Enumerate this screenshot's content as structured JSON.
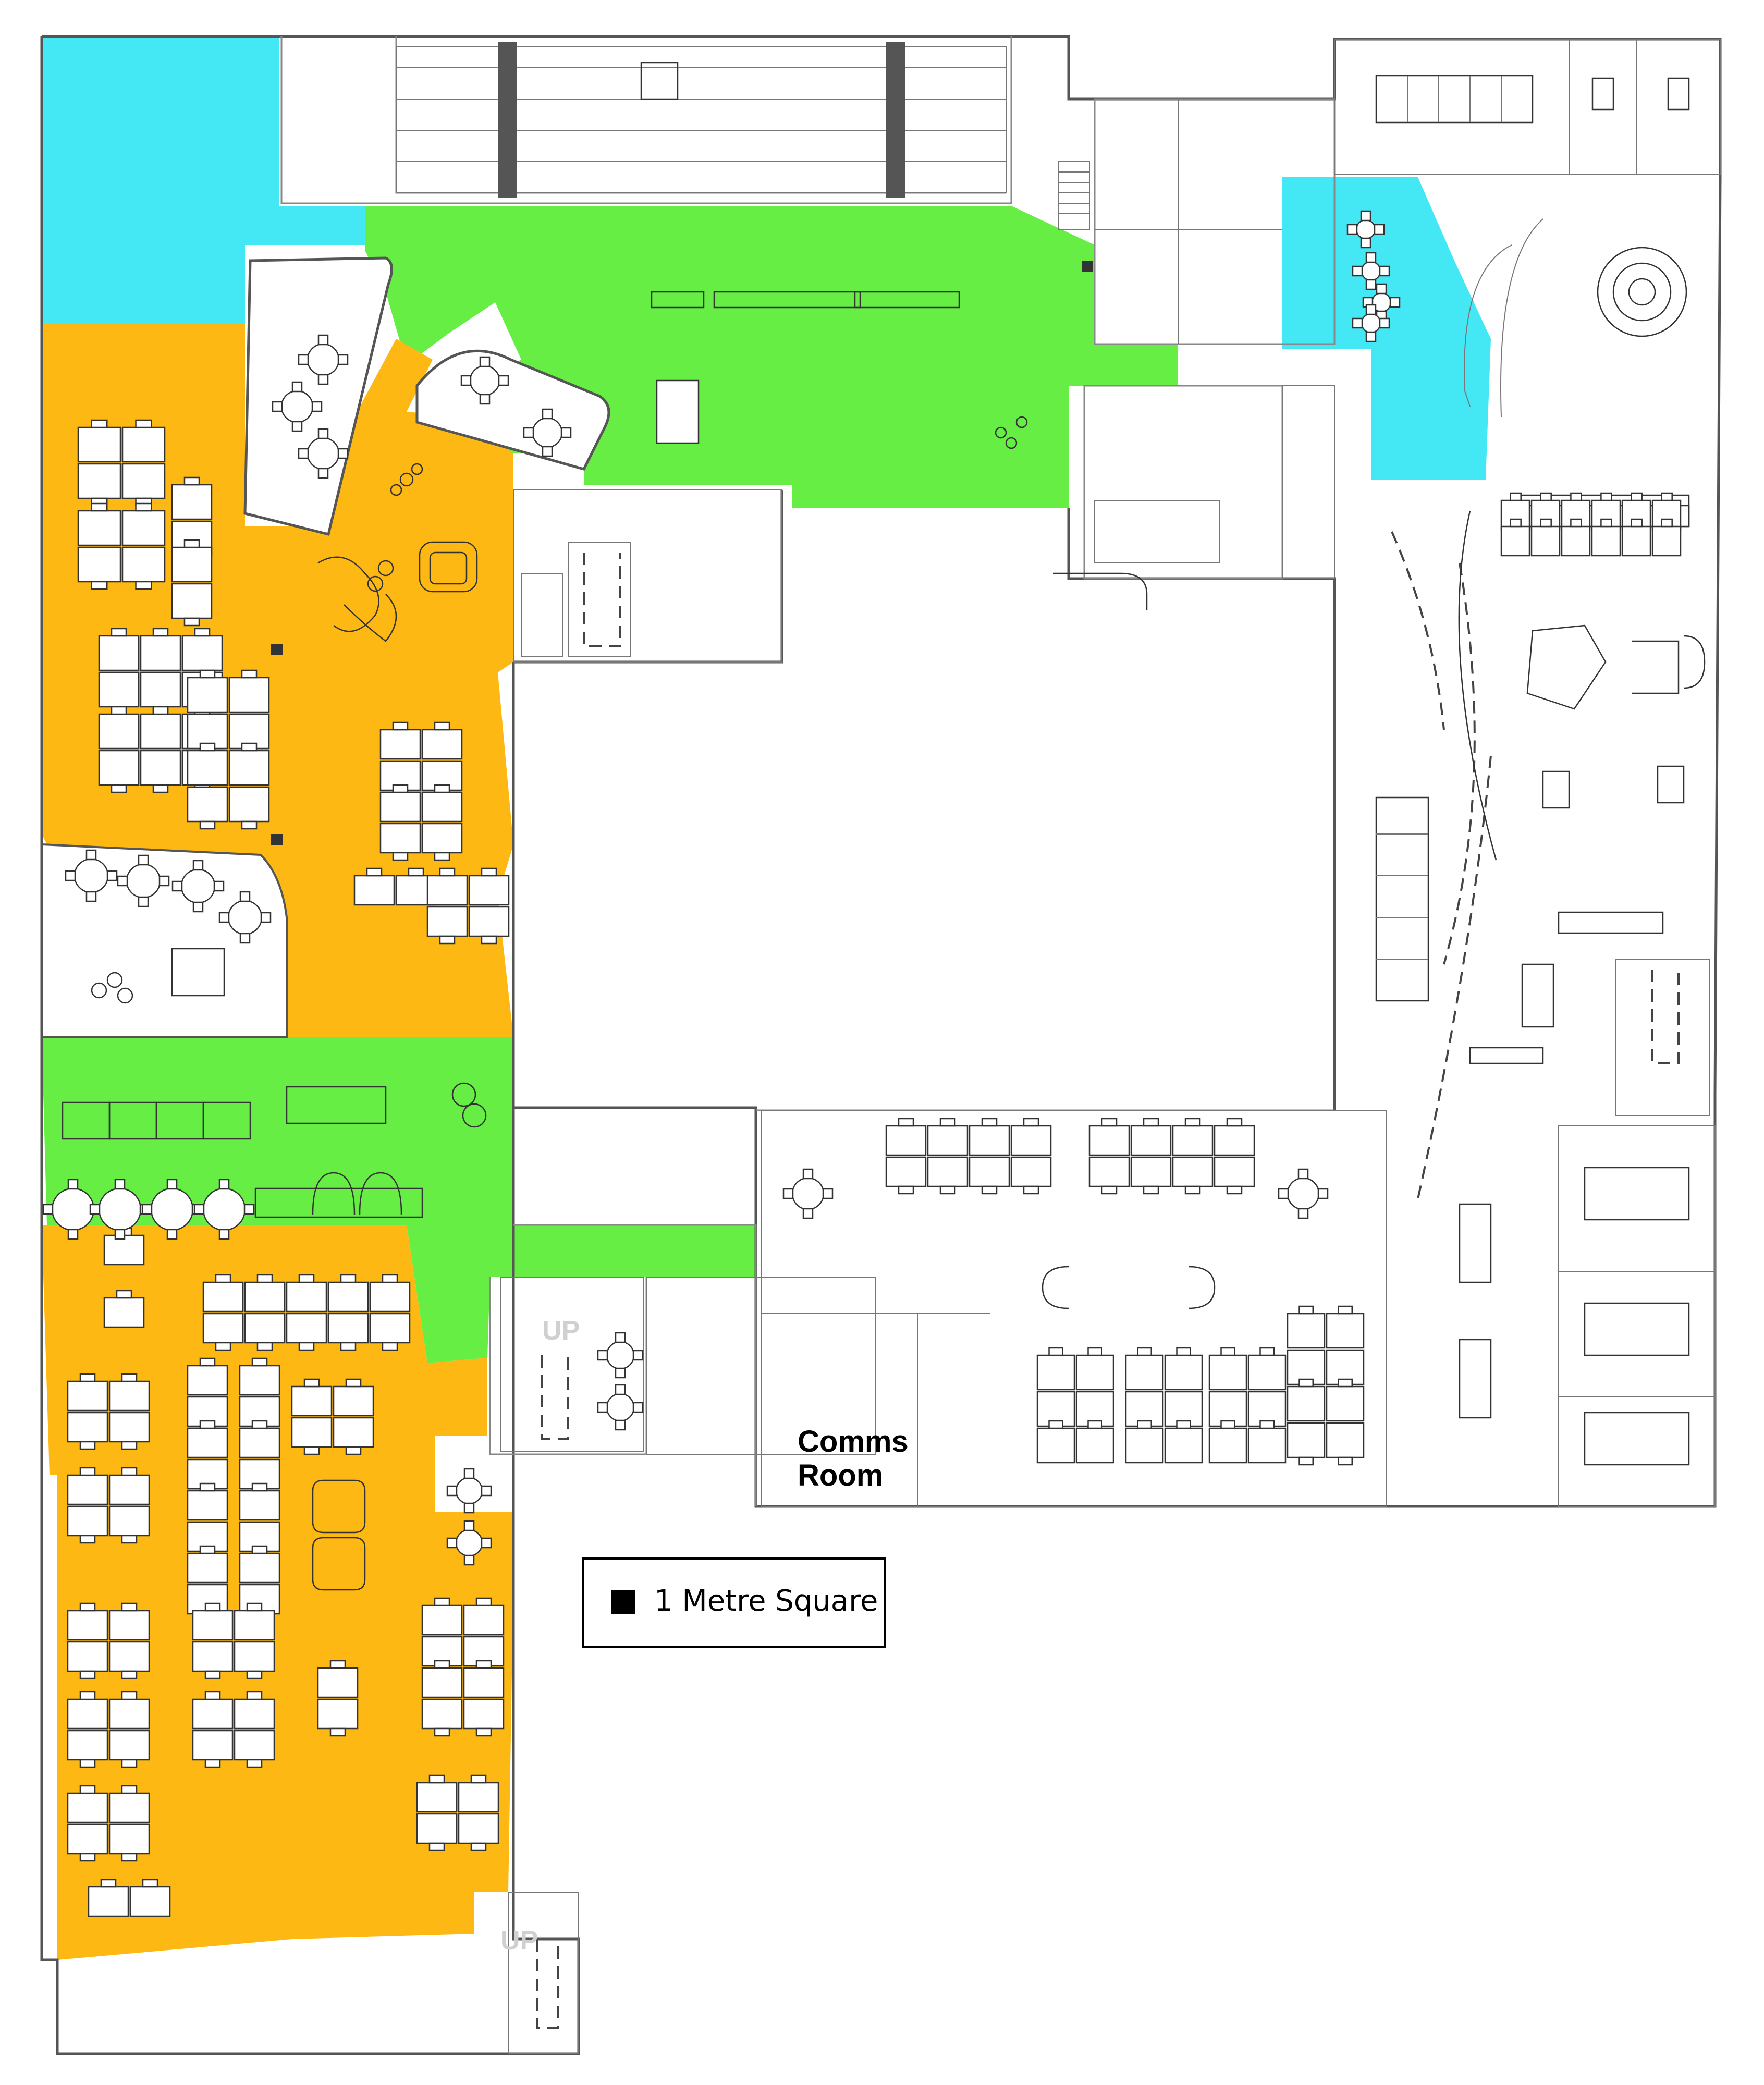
{
  "plan": {
    "rooms": {
      "comms_room_line1": "Comms",
      "comms_room_line2": "Room",
      "stair_up_1": "UP",
      "stair_up_2": "UP"
    },
    "legend": {
      "label": "1 Metre Square",
      "swatch_color": "#000000"
    },
    "zone_colors": {
      "workspace": "#FDB813",
      "breakout": "#66EE44",
      "reception": "#44E8F4",
      "unallocated": "#FFFFFF"
    }
  }
}
